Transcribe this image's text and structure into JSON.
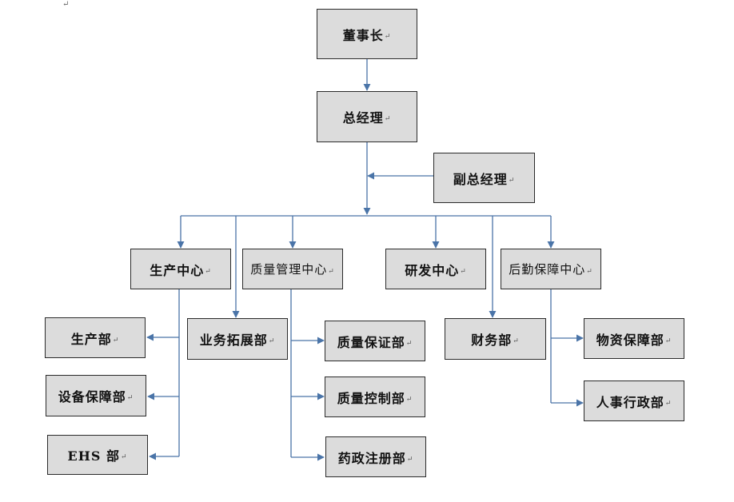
{
  "page_mark": "↵",
  "line_color": "#4a74a8",
  "nodes": {
    "chairman": "董事长",
    "gm": "总经理",
    "deputy_gm": "副总经理",
    "production_center": "生产中心",
    "quality_center": "质量管理中心",
    "rd_center": "研发中心",
    "logistics_center": "后勤保障中心",
    "production_dept": "生产部",
    "equipment_dept": "设备保障部",
    "ehs_dept": "EHS 部",
    "business_dept": "业务拓展部",
    "qa_dept": "质量保证部",
    "qc_dept": "质量控制部",
    "regulatory_dept": "药政注册部",
    "finance_dept": "财务部",
    "materials_dept": "物资保障部",
    "hr_dept": "人事行政部"
  }
}
